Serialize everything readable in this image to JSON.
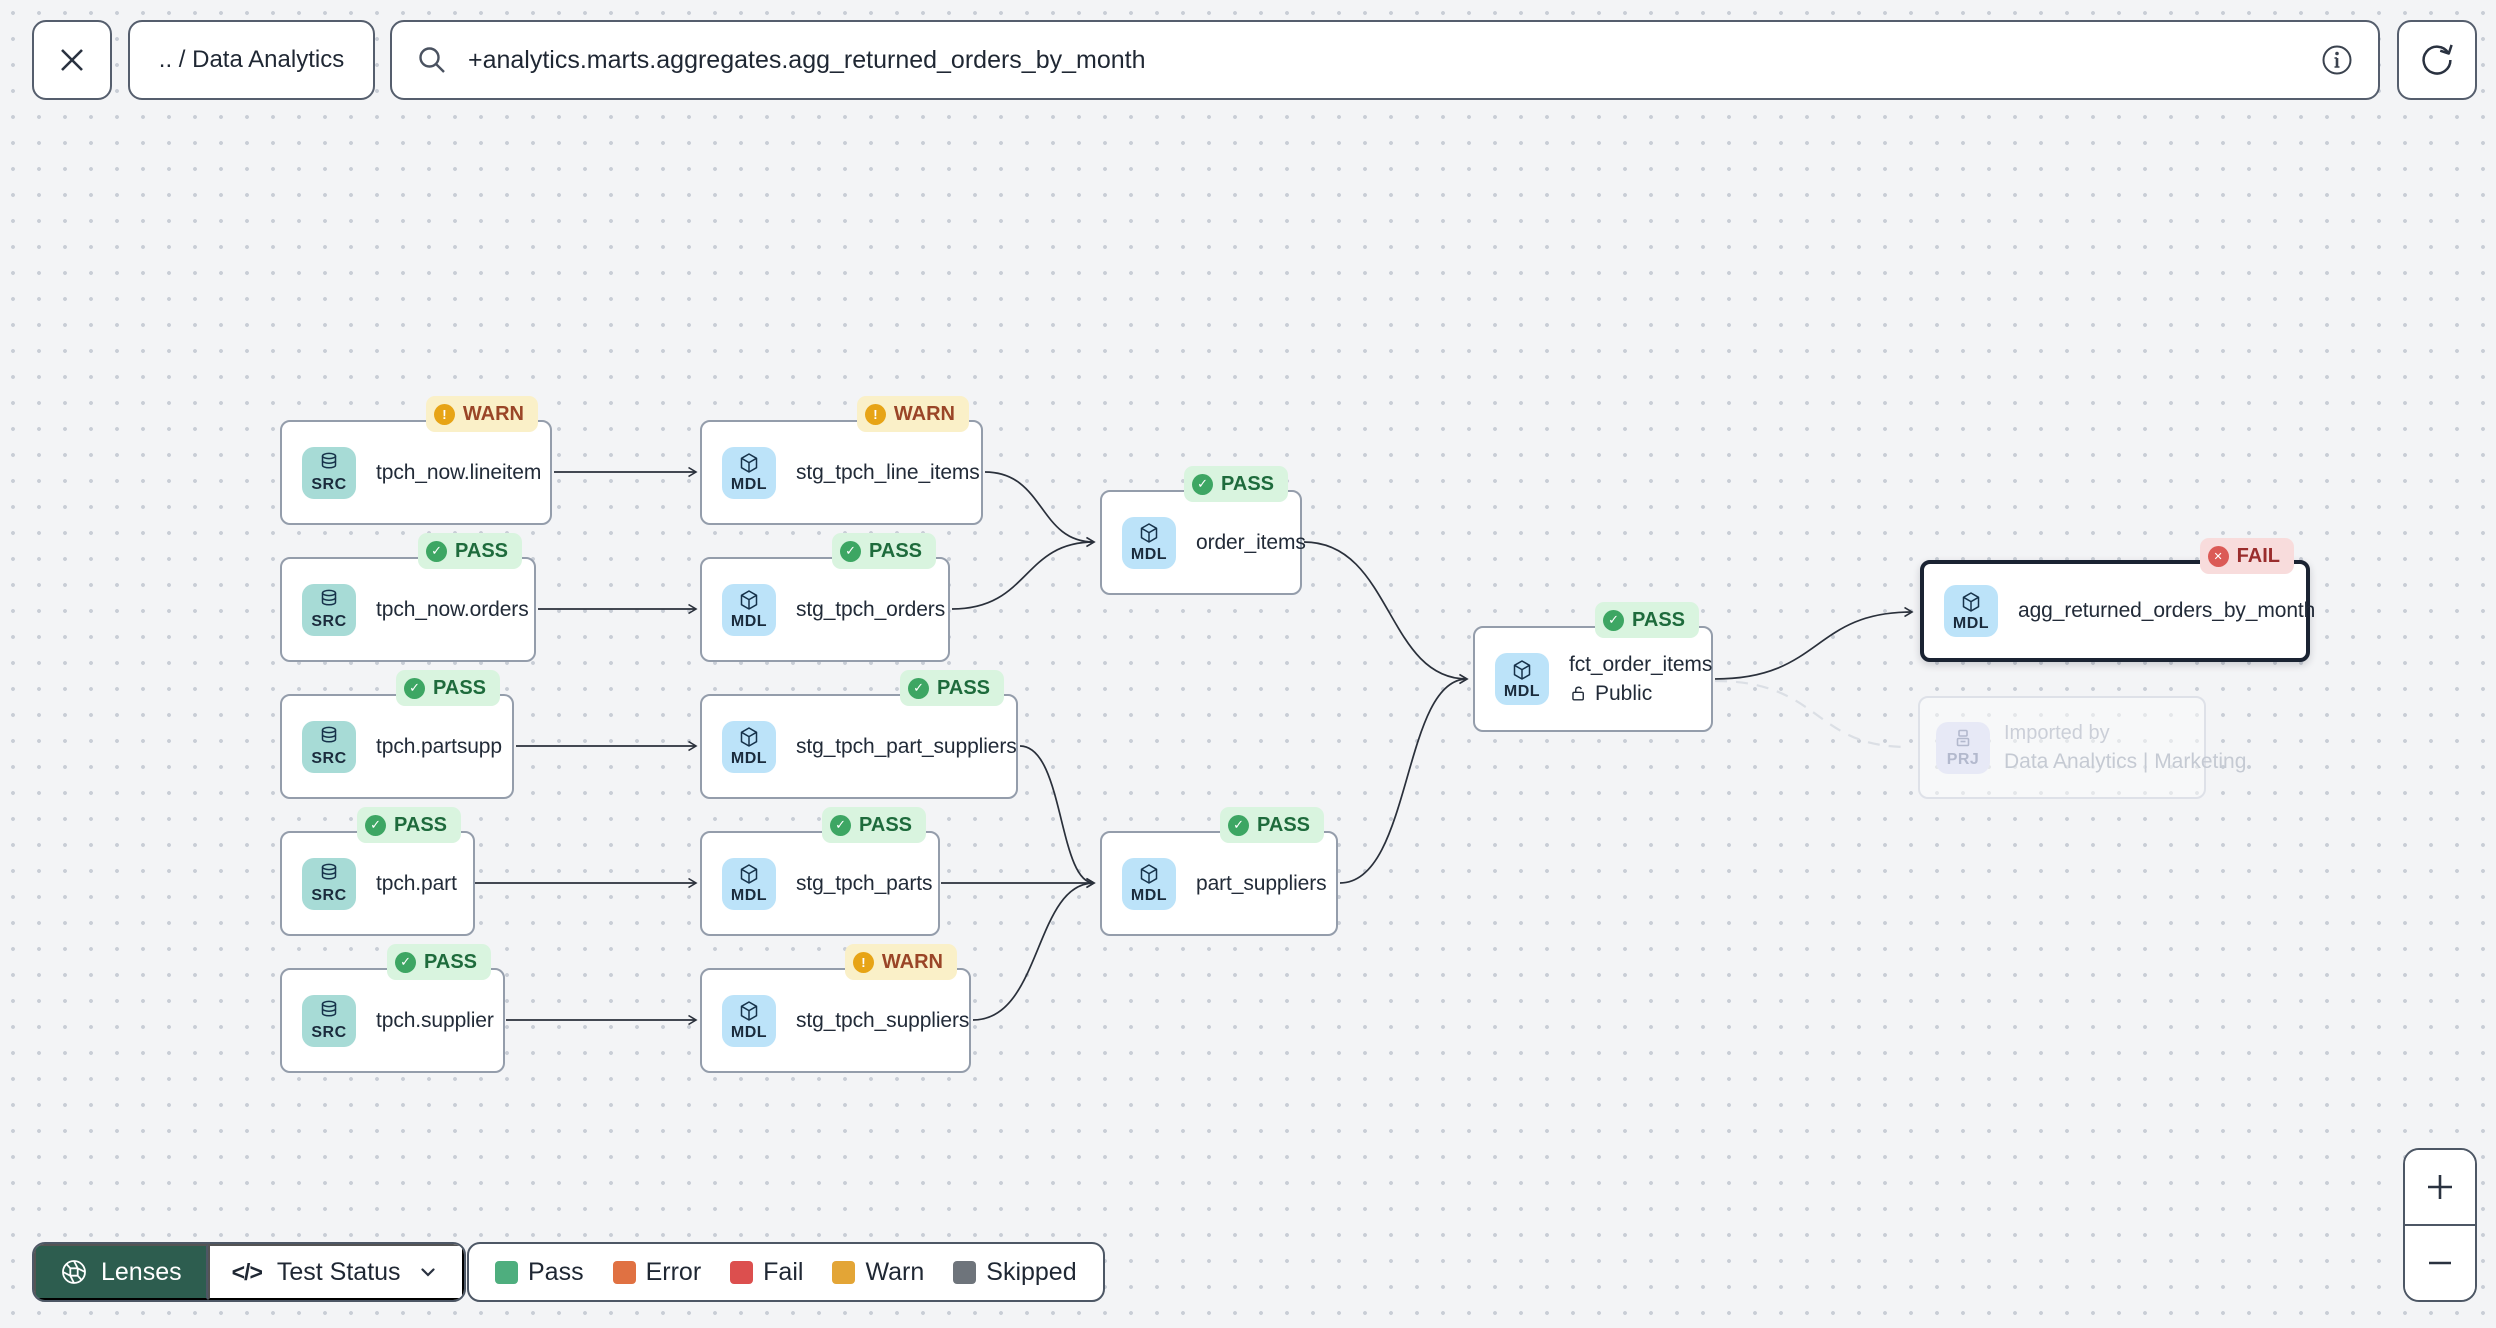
{
  "toolbar": {
    "breadcrumb": ".. / Data Analytics",
    "search_value": "+analytics.marts.aggregates.agg_returned_orders_by_month"
  },
  "graph": {
    "nodes": [
      {
        "label": "tpch_now.lineitem",
        "kind": "SRC",
        "status": "WARN"
      },
      {
        "label": "stg_tpch_line_items",
        "kind": "MDL",
        "status": "WARN"
      },
      {
        "label": "tpch_now.orders",
        "kind": "SRC",
        "status": "PASS"
      },
      {
        "label": "stg_tpch_orders",
        "kind": "MDL",
        "status": "PASS"
      },
      {
        "label": "order_items",
        "kind": "MDL",
        "status": "PASS"
      },
      {
        "label": "tpch.partsupp",
        "kind": "SRC",
        "status": "PASS"
      },
      {
        "label": "stg_tpch_part_suppliers",
        "kind": "MDL",
        "status": "PASS"
      },
      {
        "label": "fct_order_items",
        "kind": "MDL",
        "status": "PASS",
        "visibility": "Public"
      },
      {
        "label": "tpch.part",
        "kind": "SRC",
        "status": "PASS"
      },
      {
        "label": "stg_tpch_parts",
        "kind": "MDL",
        "status": "PASS"
      },
      {
        "label": "part_suppliers",
        "kind": "MDL",
        "status": "PASS"
      },
      {
        "label": "tpch.supplier",
        "kind": "SRC",
        "status": "PASS"
      },
      {
        "label": "stg_tpch_suppliers",
        "kind": "MDL",
        "status": "WARN"
      },
      {
        "label": "agg_returned_orders_by_month",
        "kind": "MDL",
        "status": "FAIL",
        "selected": true
      }
    ],
    "imported_node": {
      "kind": "PRJ",
      "line1": "Imported by",
      "line2": "Data Analytics | Marketing"
    }
  },
  "footer": {
    "lenses_label": "Lenses",
    "lens_selected": "Test Status",
    "code_icon": "</>"
  },
  "legend": {
    "items": [
      {
        "label": "Pass",
        "color": "#4EAE7E"
      },
      {
        "label": "Error",
        "color": "#E07142"
      },
      {
        "label": "Fail",
        "color": "#DC4F4E"
      },
      {
        "label": "Warn",
        "color": "#E3A536"
      },
      {
        "label": "Skipped",
        "color": "#6E747B"
      }
    ]
  },
  "status_colors": {
    "pass_badge_bg": "#D9F4DF",
    "pass_badge_text": "#1E6B3C",
    "pass_dot": "#3DA663",
    "warn_badge_bg": "#FAF0C8",
    "warn_badge_text": "#9A4527",
    "warn_dot": "#E7A416",
    "fail_badge_bg": "#F8DCDC",
    "fail_badge_text": "#9A2D2D",
    "fail_dot": "#DB5A56"
  },
  "theme_colors": {
    "lenses_pill_bg": "#2D5D4F",
    "src_tile_bg": "#A7DBD6",
    "mdl_tile_bg": "#BCE3F9",
    "prj_tile_bg": "#E7E9F6",
    "selected_node_border": "#1A2332",
    "edge": "#2A303B",
    "canvas_bg": "#F3F4F6"
  },
  "icons": {
    "close-icon": "x cross",
    "search-icon": "magnifier",
    "info-icon": "circled i",
    "refresh-icon": "circular arrow",
    "database-icon": "cylinder stack (source)",
    "cube-icon": "3d cube (model)",
    "project-icon": "stacked drawers (project)",
    "unlock-icon": "open padlock",
    "aperture-icon": "camera aperture",
    "code-icon": "</>",
    "chevron-down-icon": "v chevron",
    "zoom-in-icon": "+",
    "zoom-out-icon": "-"
  }
}
